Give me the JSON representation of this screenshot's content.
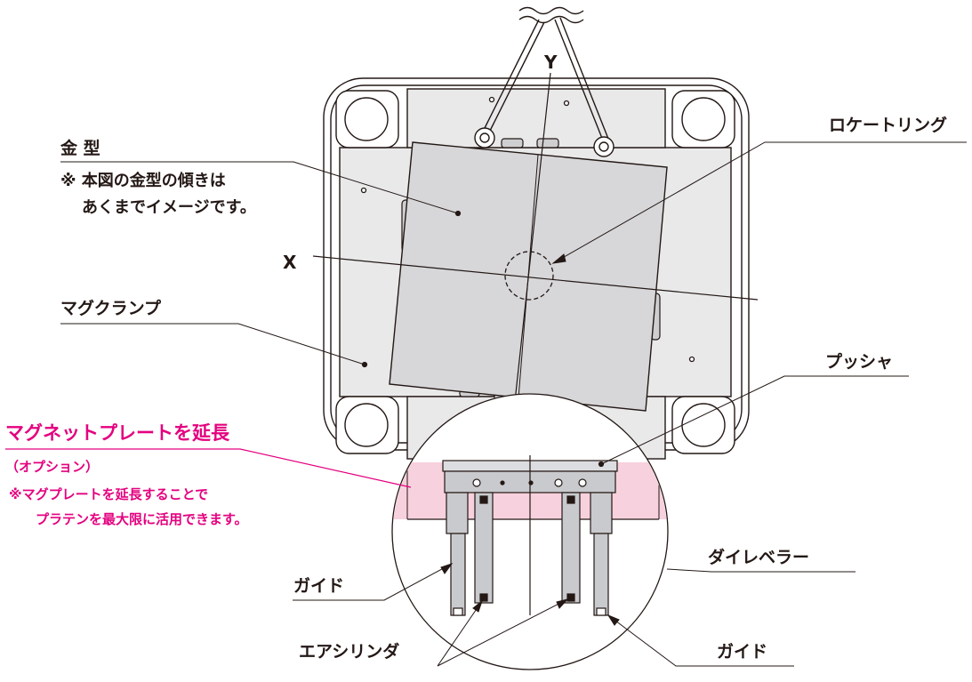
{
  "labels": {
    "mold": "金 型",
    "mold_note_line1": "※ 本図の金型の傾きは",
    "mold_note_line2": "あくまでイメージです。",
    "axis_x": "X",
    "axis_y": "Y",
    "locate_ring": "ロケートリング",
    "mag_clamp": "マグクランプ",
    "pusher": "プッシャ",
    "extend_title": "マグネットプレートを延長",
    "extend_option": "（オプション）",
    "extend_note_line1": "※マグプレートを延長することで",
    "extend_note_line2": "プラテンを最大限に活用できます。",
    "guide_left": "ガイド",
    "die_leveler": "ダイレベラー",
    "air_cylinder": "エアシリンダ",
    "guide_right": "ガイド"
  },
  "colors": {
    "line": "#231815",
    "mold_fill": "#d7d7d9",
    "plate_fill": "#e9e9ea",
    "extension_fill": "#f7d1dd",
    "accent": "#e4007f"
  }
}
